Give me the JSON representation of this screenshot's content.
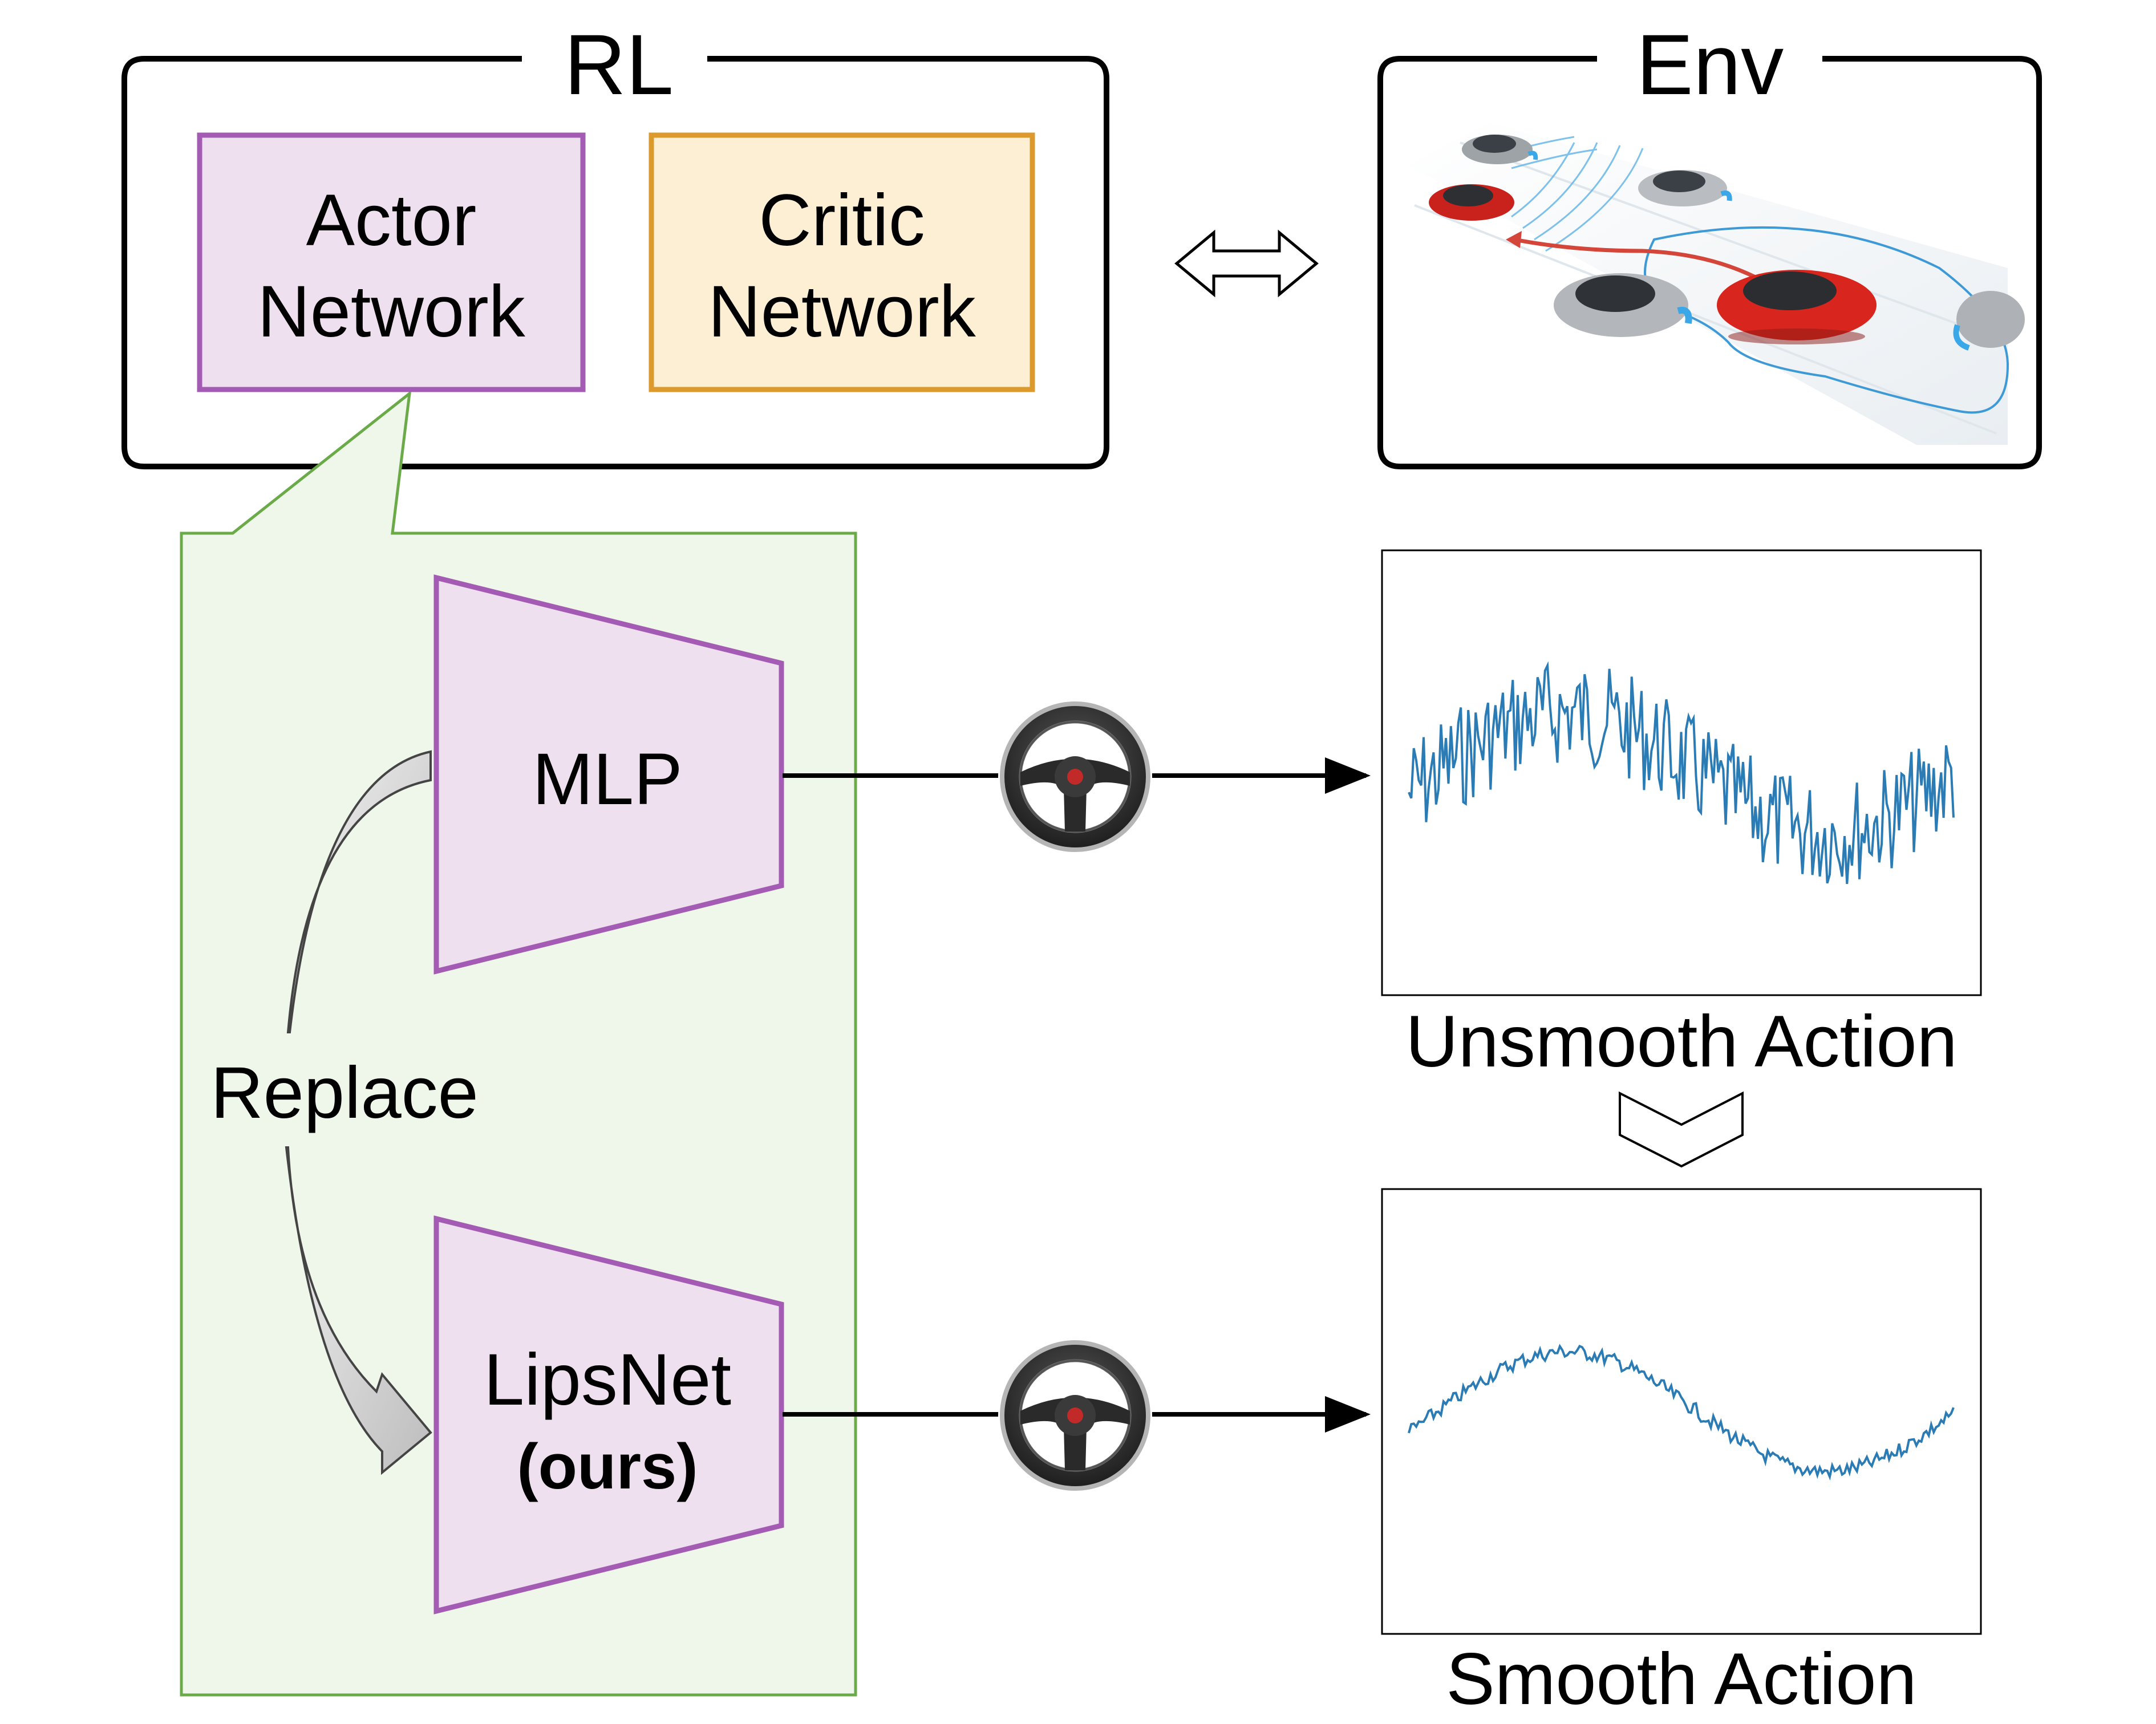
{
  "rl_group": {
    "title": "RL"
  },
  "env_group": {
    "title": "Env"
  },
  "actor": {
    "line1": "Actor",
    "line2": "Network"
  },
  "critic": {
    "line1": "Critic",
    "line2": "Network"
  },
  "mlp": {
    "label": "MLP"
  },
  "lipsnet": {
    "line1": "LipsNet",
    "line2": "(ours)"
  },
  "replace": {
    "label": "Replace"
  },
  "plots": {
    "unsmooth_caption": "Unsmooth Action",
    "smooth_caption": "Smooth Action"
  },
  "colors": {
    "actor_fill": "#efe0ef",
    "actor_stroke": "#a35bb4",
    "critic_fill": "#fdefd4",
    "critic_stroke": "#dc9a2d",
    "callout_fill": "#eff6ea",
    "callout_stroke": "#6aaa48",
    "signal": "#2b7bb5"
  },
  "icons": {
    "exchange": "double-arrow-icon",
    "wheel": "steering-wheel-icon",
    "down": "chevron-down-icon",
    "scene": "car-lane-change-illustration"
  }
}
